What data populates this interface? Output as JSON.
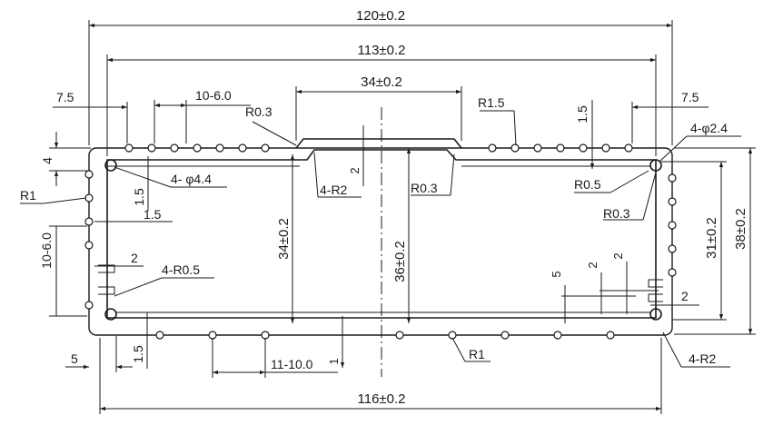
{
  "dimensions": {
    "overall_width": "120±0.2",
    "inner_width": "113±0.2",
    "bottom_width": "116±0.2",
    "top_channel_width": "34±0.2",
    "inner_height": "34±0.2",
    "center_height": "36±0.2",
    "right_height_inner": "31±0.2",
    "right_height_outer": "38±0.2",
    "left_offset": "7.5",
    "right_offset": "7.5",
    "top_groove_pitch": "10-6.0",
    "side_groove_pitch": "10-6.0",
    "bottom_groove_pitch": "11-10.0",
    "top_rib_height": "1.5",
    "left_top_height": "4",
    "left_width_a": "1.5",
    "left_width_b": "1.5",
    "left_bottom_width": "5",
    "bottom_height": "1.5",
    "bottom_step": "1",
    "left_slot": "2",
    "channel_depth": "2",
    "right_slot_a": "5",
    "right_slot_b": "2",
    "right_slot_c": "2",
    "right_slot_d": "2"
  },
  "callouts": {
    "r03_left": "R0.3",
    "r15": "R1.5",
    "phi24": "4-φ2.4",
    "phi44": "4- φ4.4",
    "r1_left": "R1",
    "r2_inner": "4-R2",
    "r03_center": "R0.3",
    "r05_right": "R0.5",
    "r03_right": "R0.3",
    "r05_left": "4-R0.5",
    "r1_bottom": "R1",
    "r2_corner": "4-R2"
  }
}
